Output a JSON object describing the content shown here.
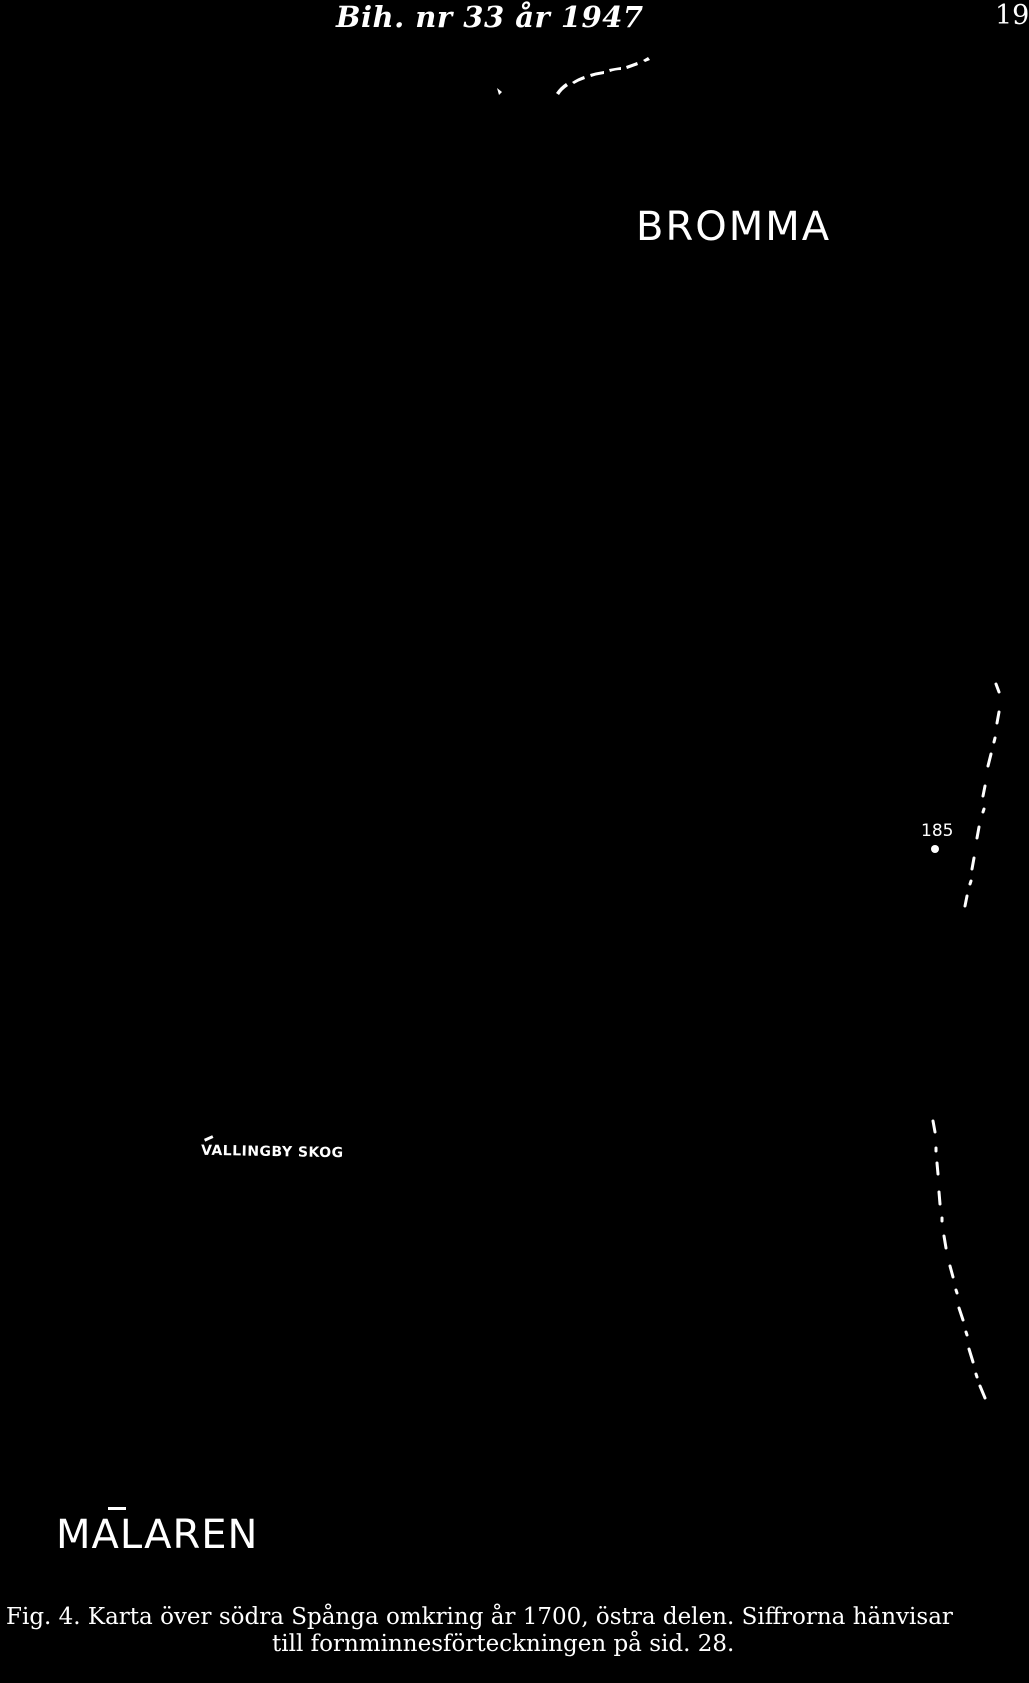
{
  "header": {
    "title": "Bih. nr 33 år 1947",
    "page_number": "19"
  },
  "map": {
    "labels": {
      "bromma": "BROMMA",
      "vallingby_skog": "VALLINGBY SKOG",
      "malaren": "MALAREN",
      "site_185": "185"
    },
    "colors": {
      "background": "#000000",
      "ink": "#ffffff"
    }
  },
  "caption": {
    "line1": "Fig. 4. Karta över södra Spånga omkring år 1700, östra delen. Siffrorna hänvisar",
    "line2": "till fornminnesförteckningen på sid. 28."
  }
}
